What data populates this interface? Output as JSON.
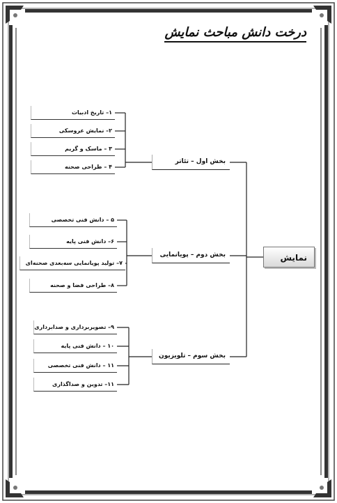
{
  "title": "درخت دانش مباحث نمایش",
  "root": "نمایش",
  "sections": [
    {
      "label": "بخش اول – تئاتر",
      "items": [
        "۱– تاریخ ادبیات",
        "۲– نمایش عروسکی",
        "۳ – ماسک و گریم",
        "۴ – طراحی صحنه"
      ]
    },
    {
      "label": "بخش دوم – پویانمایی",
      "items": [
        "۵ – دانش فنی تخصصی",
        "۶– دانش فنی پایه",
        "۷– تولید پویانمایی سه‌بعدی صحنه‌ای",
        "۸– طراحی فضا و صحنه"
      ]
    },
    {
      "label": "بخش سوم – تلویزیون",
      "items": [
        "۹– تصویربرداری و صدابرداری",
        "۱۰ – دانش فنی پایه",
        "۱۱ – دانش فنی تخصصی",
        "۱۱– تدوین و صداگذاری"
      ]
    }
  ],
  "colors": {
    "frame": "#3a3a3a",
    "line": "#222222",
    "root_fill": "#dcdcdc"
  }
}
